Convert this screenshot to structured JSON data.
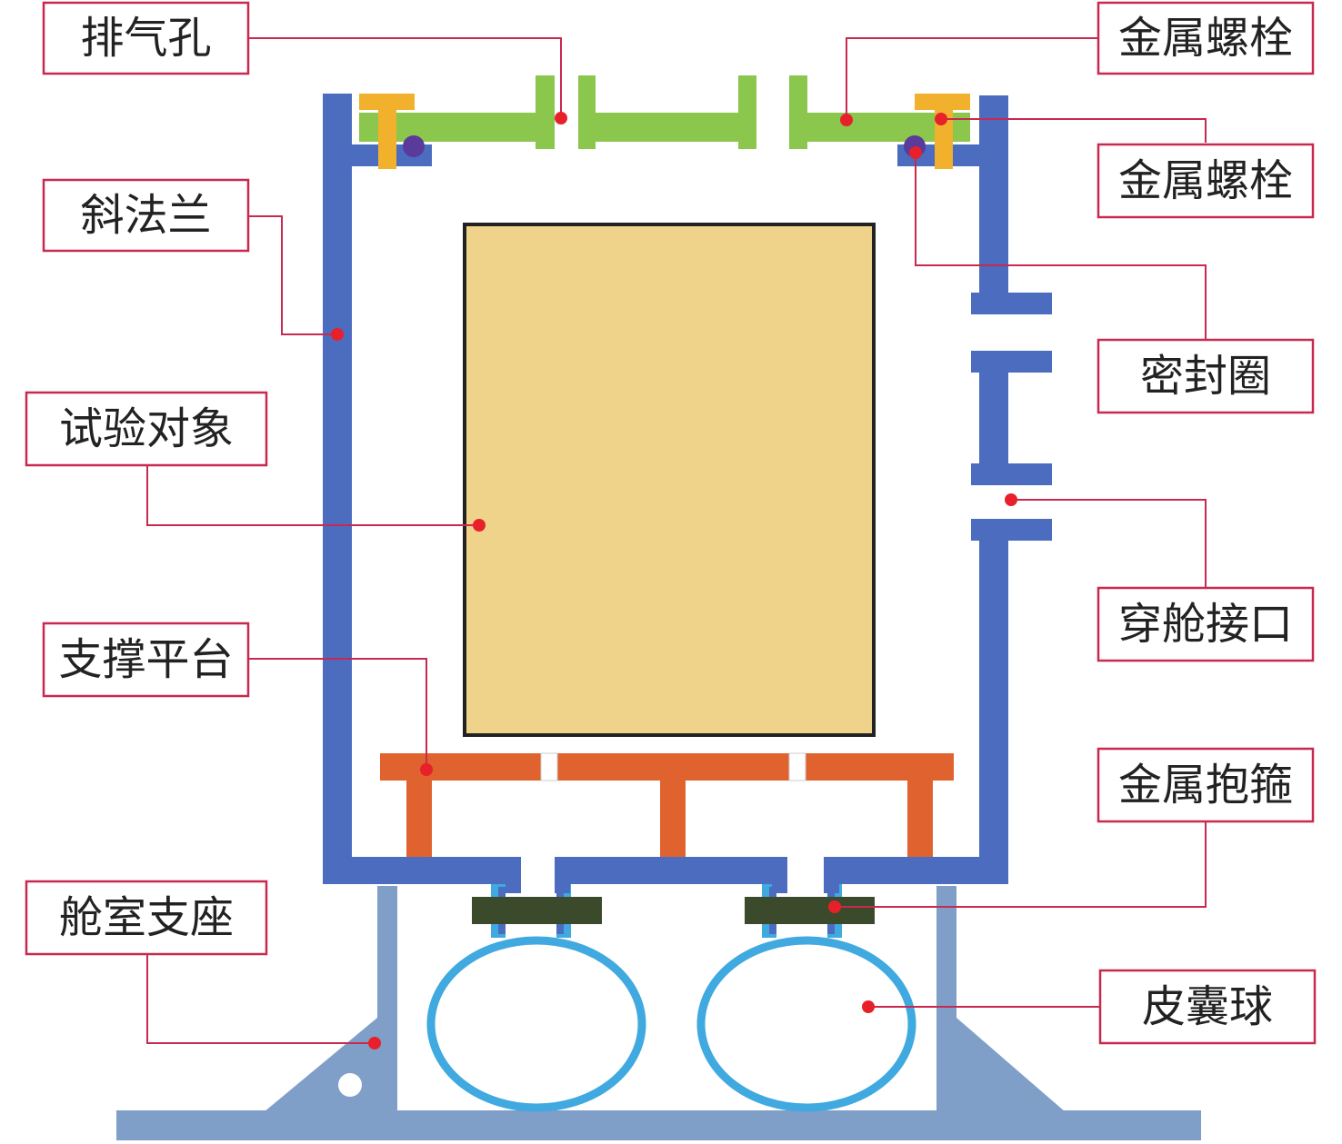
{
  "colors": {
    "chamber": "#4c6cbf",
    "lid": "#8bc64d",
    "bolt": "#f1b12d",
    "seal": "#5a3a9a",
    "test_object_fill": "#efd38a",
    "test_object_border": "#222222",
    "platform": "#e0632f",
    "support_base": "#7f9fc9",
    "airbag_ball": "#3fa9e0",
    "metal_clamp": "#3b4a2a",
    "callout_line": "#c8294f",
    "callout_dot": "#e8202a",
    "label_border": "#c8294f",
    "label_text": "#222222"
  },
  "labels": {
    "vent_hole": "排气孔",
    "metal_bolt_top": "金属螺栓",
    "metal_bolt_right": "金属螺栓",
    "inclined_flange": "斜法兰",
    "seal_ring": "密封圈",
    "test_object": "试验对象",
    "feedthrough": "穿舱接口",
    "support_platform": "支撑平台",
    "metal_clamp": "金属抱箍",
    "cabin_support": "舱室支座",
    "airbag_ball": "皮囊球"
  }
}
